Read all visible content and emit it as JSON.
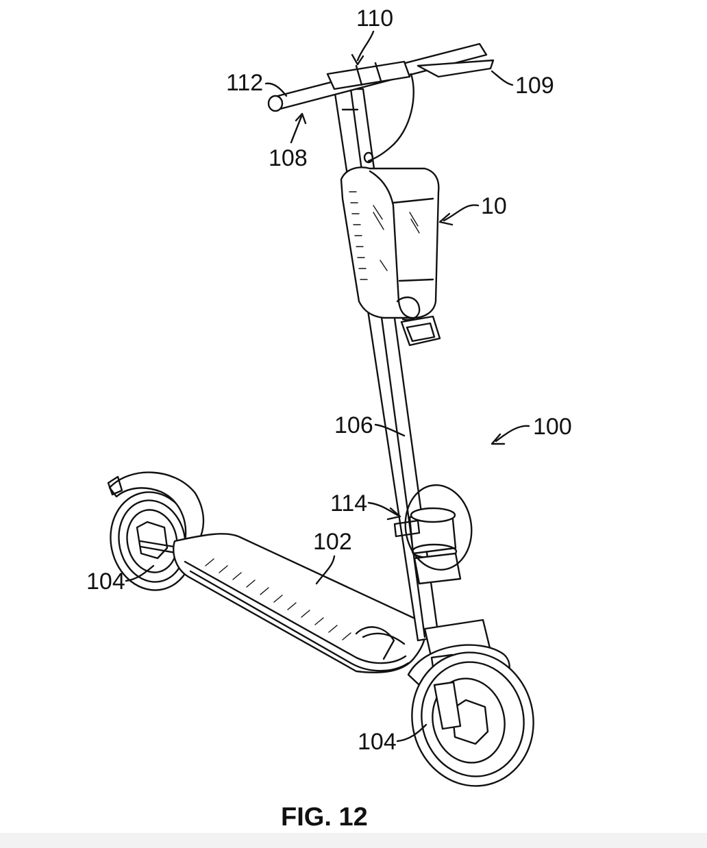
{
  "figure": {
    "caption": "FIG. 12",
    "labels": {
      "l110": "110",
      "l112": "112",
      "l109": "109",
      "l108": "108",
      "l10": "10",
      "l106": "106",
      "l100": "100",
      "l114": "114",
      "l102": "102",
      "l104a": "104",
      "l104b": "104"
    }
  }
}
